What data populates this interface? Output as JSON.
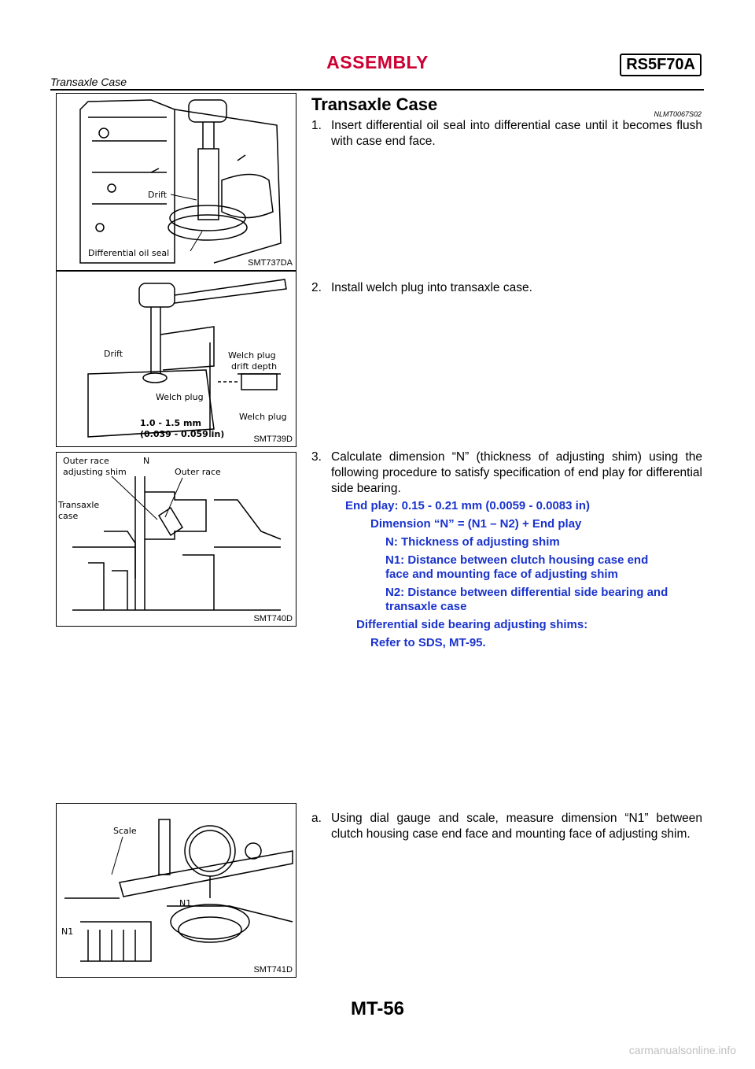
{
  "header": {
    "title": "ASSEMBLY",
    "model": "RS5F70A",
    "subtitle": "Transaxle Case"
  },
  "section": {
    "title": "Transaxle Case",
    "code": "NLMT0067S02"
  },
  "figures": [
    {
      "id": "SMT737DA",
      "labels": {
        "drift": "Drift",
        "seal": "Differential oil seal"
      }
    },
    {
      "id": "SMT739D",
      "labels": {
        "drift": "Drift",
        "welch_plug": "Welch plug",
        "welch_plug_depth_1": "Welch plug",
        "welch_plug_depth_2": "drift depth",
        "welch_plug_2": "Welch plug",
        "depth_mm": "1.0 - 1.5 mm",
        "depth_in": "(0.039 - 0.059 in)"
      }
    },
    {
      "id": "SMT740D",
      "labels": {
        "outer_race_shim_1": "Outer race",
        "outer_race_shim_2": "adjusting shim",
        "n": "N",
        "outer_race": "Outer race",
        "transaxle_1": "Transaxle",
        "transaxle_2": "case"
      }
    },
    {
      "id": "SMT741D",
      "labels": {
        "scale": "Scale",
        "n1_a": "N1",
        "n1_b": "N1"
      }
    }
  ],
  "steps": {
    "s1": {
      "num": "1.",
      "text": "Insert differential oil seal into differential case until it becomes flush with case end face."
    },
    "s2": {
      "num": "2.",
      "text": "Install welch plug into transaxle case."
    },
    "s3": {
      "num": "3.",
      "text": "Calculate dimension “N” (thickness of adjusting shim) using the following procedure to satisfy specification of end play for differential side bearing."
    },
    "sa": {
      "num": "a.",
      "text": "Using dial gauge and scale, measure dimension “N1” between clutch housing case end face and mounting face of adjusting shim."
    }
  },
  "specs": {
    "end_play": "End play: 0.15 - 0.21 mm (0.0059 - 0.0083 in)",
    "dimension": "Dimension “N” = (N1 – N2) + End play",
    "n_def": "N: Thickness of adjusting shim",
    "n1_def_1": "N1: Distance between clutch housing case end",
    "n1_def_2": "face and mounting face of adjusting shim",
    "n2_def_1": "N2: Distance between differential side bearing and",
    "n2_def_2": "transaxle case",
    "shims": "Differential side bearing adjusting shims:",
    "refer": "Refer to SDS, MT-95."
  },
  "footer": {
    "page": "MT-56"
  },
  "watermark": "carmanualsonline.info"
}
